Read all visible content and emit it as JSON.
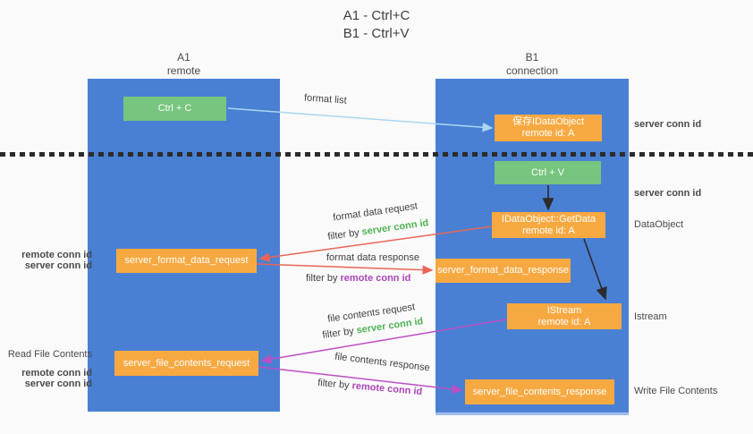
{
  "title": {
    "line1": "A1 - Ctrl+C",
    "line2": "B1 - Ctrl+V"
  },
  "lanes": {
    "a1": {
      "name": "A1",
      "role": "remote"
    },
    "b1": {
      "name": "B1",
      "role": "connection"
    }
  },
  "nodes": {
    "ctrl_c": {
      "label": "Ctrl + C"
    },
    "save_idataobject": {
      "line1": "保存IDataObject",
      "line2": "remote id: A"
    },
    "ctrl_v": {
      "label": "Ctrl + V"
    },
    "getdata": {
      "line1": "IDataObject::GetData",
      "line2": "remote id: A"
    },
    "format_request": {
      "label": "server_format_data_request"
    },
    "format_response": {
      "label": "server_format_data_response"
    },
    "istream": {
      "line1": "IStream",
      "line2": "remote id: A"
    },
    "file_request": {
      "label": "server_file_contents_request"
    },
    "file_response": {
      "label": "server_file_contents_response"
    }
  },
  "arrows": {
    "format_list": {
      "label": "format list"
    },
    "format_data_request": {
      "label": "format data request",
      "filter_prefix": "filter by ",
      "filter_key": "server conn id"
    },
    "format_data_response": {
      "label": "format data response",
      "filter_prefix": "filter by ",
      "filter_key": "remote conn id"
    },
    "file_contents_request": {
      "label": "file contents request",
      "filter_prefix": "filter by ",
      "filter_key": "server conn id"
    },
    "file_contents_response": {
      "label": "file contents response",
      "filter_prefix": "filter by ",
      "filter_key": "remote conn id"
    }
  },
  "side_labels": {
    "right_server_conn_id_top": "server conn id",
    "right_server_conn_id_mid": "server conn id",
    "dataobject": "DataObject",
    "istream": "Istream",
    "write_file_contents": "Write File Contents",
    "left_remote_conn_id_top": "remote conn id",
    "left_server_conn_id_top": "server conn id",
    "read_file_contents": "Read File Contents",
    "left_remote_conn_id_bottom": "remote conn id",
    "left_server_conn_id_bottom": "server conn id"
  },
  "colors": {
    "lane_blue": "#4a80d3",
    "node_green": "#77c57e",
    "node_orange": "#f7a941",
    "conn_id_green": "#4db352",
    "conn_id_purple": "#aa44b8",
    "arrow_lightblue": "#a8d7f2",
    "arrow_red": "#ea6557",
    "arrow_magenta": "#bb4fc3",
    "arrow_black": "#2b2b2b",
    "background": "#fafafa"
  }
}
